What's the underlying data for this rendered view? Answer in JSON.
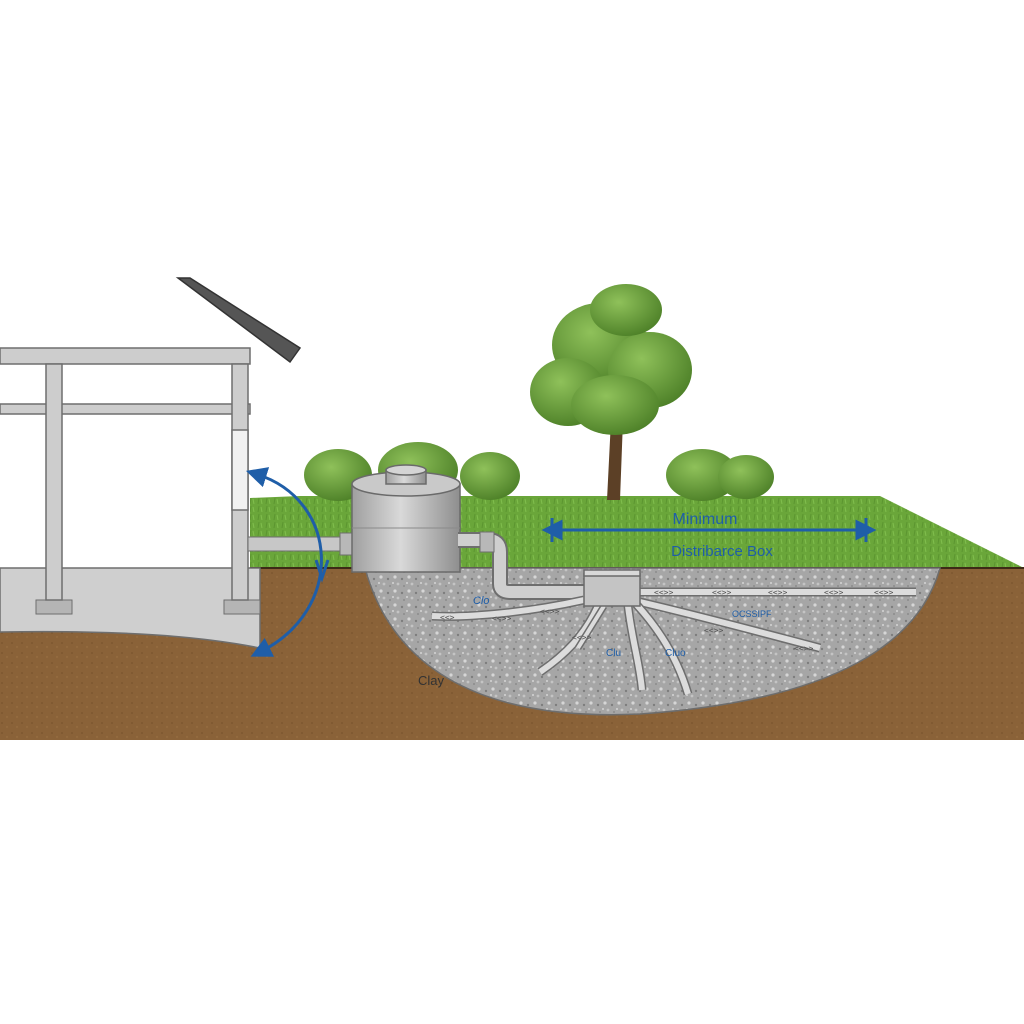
{
  "labels": {
    "minimum": "Minimum",
    "distribution_box": "Distribarce Box",
    "clay": "Clay",
    "pipe_left": "Clo",
    "pipe_right": "OCSSIPF",
    "pipe_center_a": "Clu",
    "pipe_center_b": "Cluo"
  },
  "pipe_marks": {
    "left": [
      "<<>",
      "<<>>",
      "<<>>"
    ],
    "main_line": [
      "<<>>",
      "<<>>",
      "<<>>",
      "<<>>",
      "<<>>"
    ],
    "right_lower": [
      "<<>>",
      "<<>>"
    ],
    "center_drop": [
      "<<>>"
    ]
  },
  "colors": {
    "annotation": "#1f5ea8",
    "grass": "#6fae3f",
    "soil": "#8a6238",
    "gravel": "#a9a9a9",
    "concrete": "#c9c9c9"
  },
  "icons": {
    "house": "house-frame-icon",
    "tank": "septic-tank-icon",
    "tree": "tree-icon",
    "shrub": "shrub-icon"
  }
}
